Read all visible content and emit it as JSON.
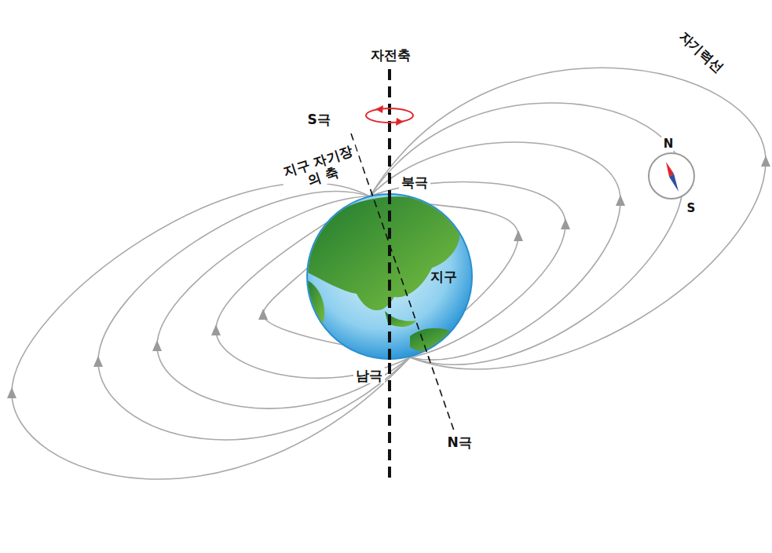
{
  "diagram": {
    "nodes": [
      {
        "text": [
          "지구"
        ]
      }
    ],
    "labels": [
      "자전축",
      "S극",
      "지구 자기장의 축",
      "북극",
      "남극",
      "N극",
      "자기력선",
      "N",
      "S"
    ]
  }
}
